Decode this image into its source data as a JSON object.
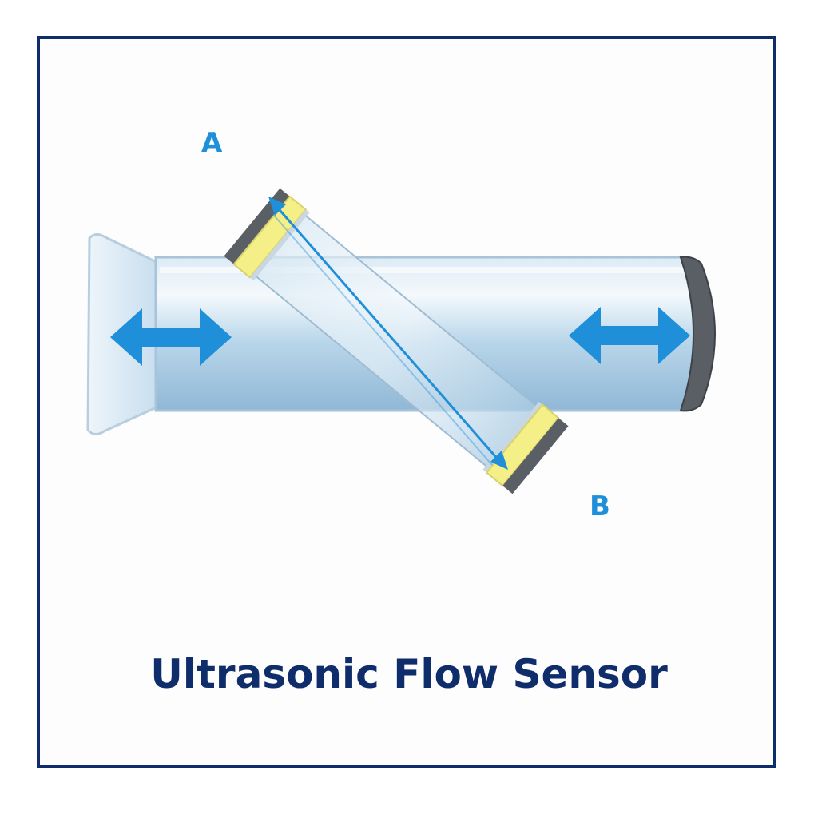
{
  "title": "Ultrasonic Flow Sensor",
  "transducers": {
    "a_label": "A",
    "b_label": "B"
  },
  "colors": {
    "frame": "#0f2d6b",
    "accent": "#1e8fd8",
    "transducer": "#f4ef86",
    "pipe": "#cfe3f0"
  }
}
